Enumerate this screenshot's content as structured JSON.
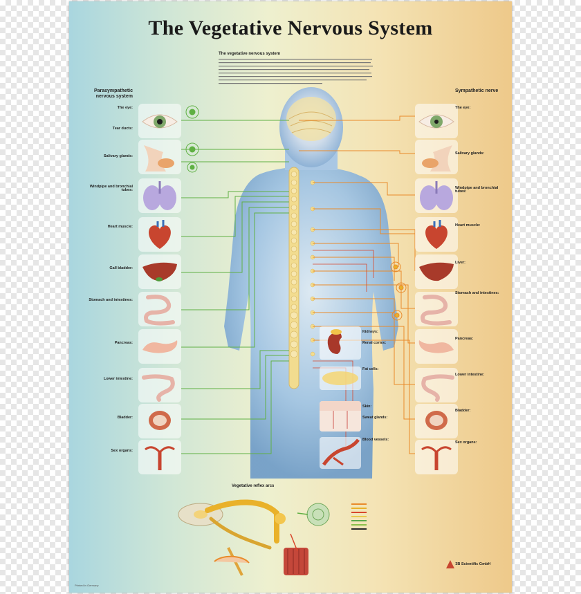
{
  "poster": {
    "title": "The Vegetative Nervous System",
    "catalog": "",
    "intro_heading": "The vegetative nervous system",
    "intro_text": "",
    "left_heading": "Parasympathetic nervous system",
    "right_heading": "Sympathetic nerve",
    "reflex_heading": "Vegetative reflex arcs",
    "publisher": "3B Scientific GmbH",
    "publisher_lines": [],
    "printed": "Printed in Germany"
  },
  "left_entries": [
    {
      "title": "The eye:",
      "text": "",
      "organ": "eye-illustration"
    },
    {
      "title": "Tear ducts:",
      "text": "",
      "organ": ""
    },
    {
      "title": "Salivary glands:",
      "text": "",
      "organ": "salivary-gland-illustration"
    },
    {
      "title": "Windpipe and bronchial tubes:",
      "text": "",
      "organ": "lungs-illustration"
    },
    {
      "title": "Heart muscle:",
      "text": "",
      "organ": "heart-illustration"
    },
    {
      "title": "Gall bladder:",
      "text": "",
      "organ": "liver-illustration"
    },
    {
      "title": "Stomach and intestines:",
      "text": "",
      "organ": "intestines-illustration"
    },
    {
      "title": "Pancreas:",
      "text": "",
      "organ": "pancreas-illustration"
    },
    {
      "title": "Lower intestine:",
      "text": "",
      "organ": "lower-intestine-illustration"
    },
    {
      "title": "Bladder:",
      "text": "",
      "organ": "bladder-illustration"
    },
    {
      "title": "Sex organs:",
      "text": "",
      "organ": "sex-organs-illustration"
    }
  ],
  "right_entries": [
    {
      "title": "The eye:",
      "text": ""
    },
    {
      "title": "Salivary glands:",
      "text": ""
    },
    {
      "title": "Windpipe and bronchial tubes:",
      "text": ""
    },
    {
      "title": "Heart muscle:",
      "text": ""
    },
    {
      "title": "Liver:",
      "text": ""
    },
    {
      "title": "Stomach and intestines:",
      "text": ""
    },
    {
      "title": "Pancreas:",
      "text": ""
    },
    {
      "title": "Lower intestine:",
      "text": ""
    },
    {
      "title": "Bladder:",
      "text": ""
    },
    {
      "title": "Sex organs:",
      "text": ""
    }
  ],
  "mid_entries": [
    {
      "title": "Kidneys:",
      "text": ""
    },
    {
      "title": "Renal cortex:",
      "text": ""
    },
    {
      "title": "Fat cells:",
      "text": ""
    },
    {
      "title": "Skin:",
      "text": ""
    },
    {
      "title": "Sweat glands:",
      "text": ""
    },
    {
      "title": "Blood vessels:",
      "text": ""
    }
  ],
  "legend": [
    {
      "label": "",
      "color": "#e98a2a"
    },
    {
      "label": "",
      "color": "#e9b12a"
    },
    {
      "label": "",
      "color": "#d8462c"
    },
    {
      "label": "",
      "color": "#e9c94e"
    },
    {
      "label": "",
      "color": "#5aa84a"
    },
    {
      "label": "",
      "color": "#8cbf4a"
    },
    {
      "label": "",
      "color": "#2a2a2a"
    }
  ],
  "colors": {
    "parasympathetic": "#5fb043",
    "sympathetic": "#e98a2a",
    "body": "#8db7db",
    "spine": "#f2dc8f"
  }
}
